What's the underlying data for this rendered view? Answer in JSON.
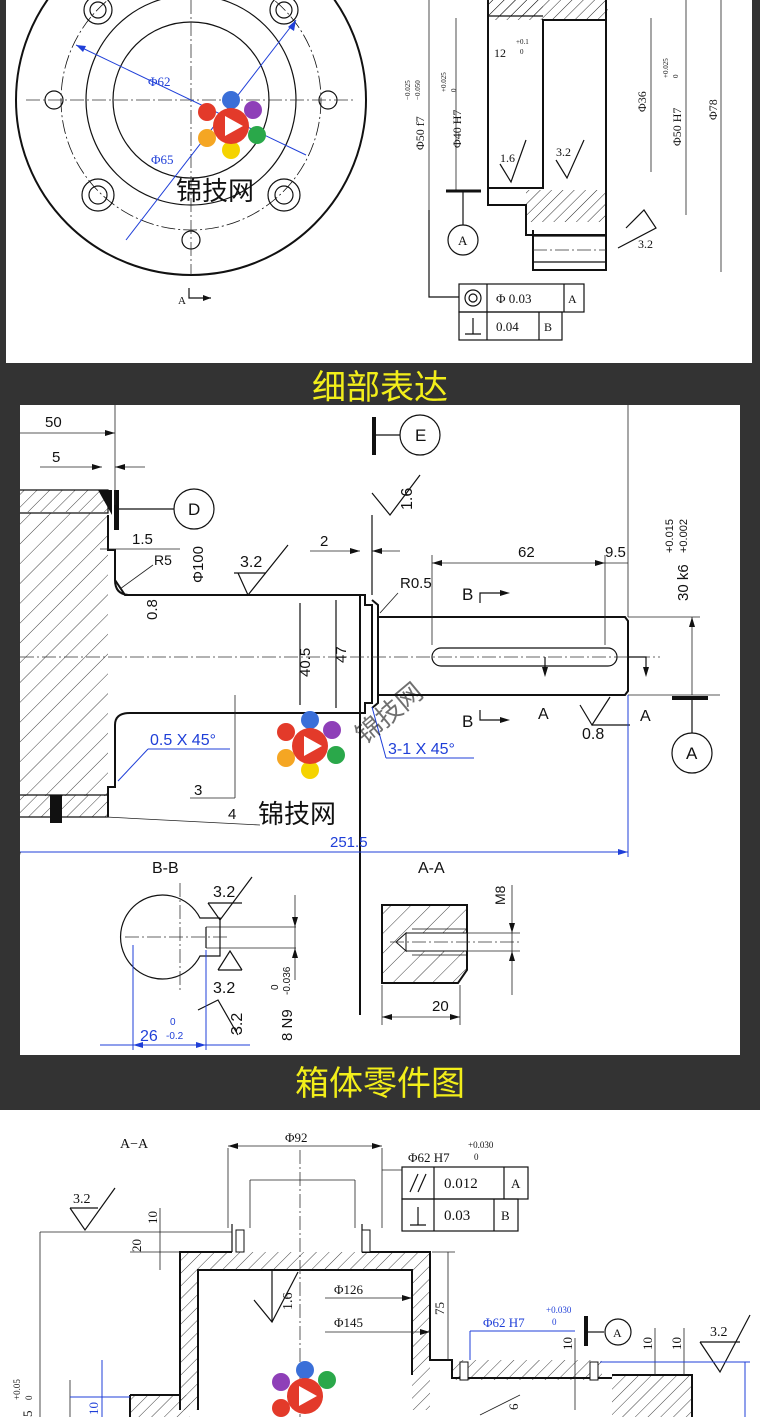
{
  "colors": {
    "background": "#333333",
    "heading": "#f2ee1a",
    "dimension_blue": "#1f3fd8"
  },
  "watermark": {
    "text": "锦技网",
    "icon": "colorful-gear-play-logo"
  },
  "sections": [
    {
      "heading": ""
    },
    {
      "heading": "细部表达"
    },
    {
      "heading": "箱体零件图"
    }
  ],
  "drawing1": {
    "dims_left": {
      "d62": "Φ62",
      "d65": "Φ65",
      "view_label": "A"
    },
    "dims_right": {
      "d50f7": "Φ50  f7",
      "d50f7_tol_up": "−0.025",
      "d50f7_tol_low": "−0.050",
      "d40h7": "Φ40  H7",
      "d40h7_tol_up": "+0.025",
      "d40h7_tol_low": "0",
      "w12": "12",
      "w12_tol_up": "+0.1",
      "w12_tol_low": "0",
      "d36": "Φ36",
      "d50h7": "Φ50  H7",
      "d50h7_tol_up": "+0.025",
      "d50h7_tol_low": "0",
      "d78": "Φ78",
      "rough1": "1.6",
      "rough2": "3.2",
      "rough3": "3.2",
      "datum": "A",
      "fcf1_value": "Φ  0.03",
      "fcf1_datum": "A",
      "fcf2_value": "0.04",
      "fcf2_datum": "B"
    }
  },
  "drawing2": {
    "dims": {
      "d50": "50",
      "d5": "5",
      "d1_5": "1.5",
      "r5": "R5",
      "d100": "Φ100",
      "d0_8a": "0.8",
      "rough32": "3.2",
      "d2": "2",
      "rough16": "1.6",
      "r05": "R0.5",
      "d62": "62",
      "d9_5": "9.5",
      "k6": "30 k6",
      "k6_up": "+0.015",
      "k6_low": "+0.002",
      "d40_5": "40.5",
      "d47": "47",
      "chamfer1": "0.5 X 45°",
      "chamfer2": "3-1 X 45°",
      "label3": "3",
      "label4": "4",
      "total": "251.5",
      "rough08": "0.8",
      "datum_d": "D",
      "datum_e": "E",
      "datum_a": "A",
      "sec_b": "B",
      "cut_a": "A"
    },
    "section_bb": {
      "title": "B-B",
      "rough1": "3.2",
      "rough2": "3.2",
      "rough3": "3.2",
      "n9": "8 N9",
      "n9_up": "0",
      "n9_low": "-0.036",
      "w26": "26",
      "w26_up": "0",
      "w26_low": "-0.2"
    },
    "section_aa": {
      "title": "A-A",
      "m8": "M8",
      "w20": "20"
    }
  },
  "drawing3": {
    "title": "A−A",
    "d92": "Φ92",
    "d62h7": "Φ62  H7",
    "d62h7_up": "+0.030",
    "d62h7_low": "0",
    "fcf1_value": "0.012",
    "fcf1_datum": "A",
    "fcf2_value": "0.03",
    "fcf2_datum": "B",
    "rough_left": "3.2",
    "rough_mid": "1.6",
    "rough_right": "3.2",
    "v10a": "10",
    "v20": "20",
    "d126": "Φ126",
    "d145": "Φ145",
    "v75": "75",
    "d62h7b": "Φ62  H7",
    "d62h7b_up": "+0.030",
    "d62h7b_low": "0",
    "datum": "A",
    "v10b": "10",
    "v10c": "10",
    "v10d": "10",
    "left_tol_up": "+0.05",
    "left_tol_low": "0",
    "left_v5": "5",
    "left_v10": "10",
    "bottom_v6": "6"
  }
}
